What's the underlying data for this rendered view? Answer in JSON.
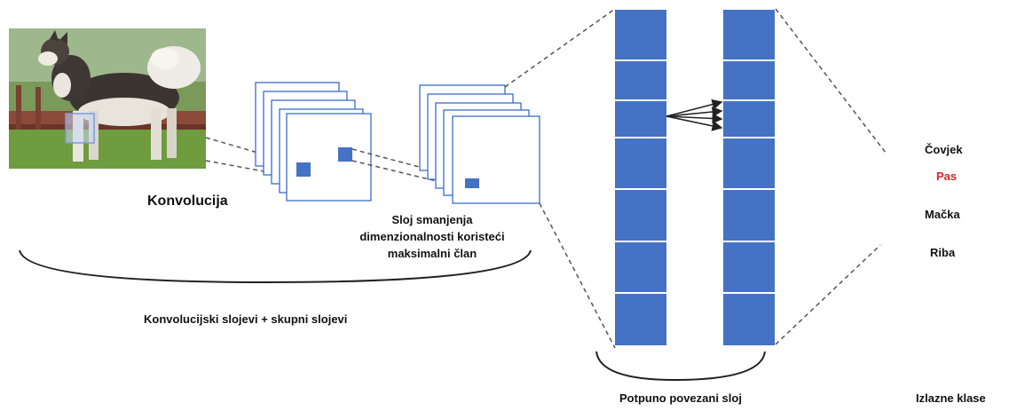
{
  "labels": {
    "convolution": "Konvolucija",
    "pooling_line1": "Sloj smanjenja",
    "pooling_line2": "dimenzionalnosti koristeći",
    "pooling_line3": "maksimalni član",
    "conv_pool_layers": "Konvolucijski slojevi + skupni slojevi",
    "fully_connected": "Potpuno povezani sloj",
    "output_classes": "Izlazne klase"
  },
  "output_classes": [
    {
      "label": "Čovjek",
      "highlighted": false
    },
    {
      "label": "Pas",
      "highlighted": true
    },
    {
      "label": "Mačka",
      "highlighted": false
    },
    {
      "label": "Riba",
      "highlighted": false
    }
  ],
  "fc_layers": [
    {
      "neurons": 7
    },
    {
      "neurons": 7
    }
  ],
  "colors": {
    "neuron_blue": "#4472c4",
    "frame_blue": "#3a6cd0",
    "highlight_red": "#e02020",
    "text": "#111111"
  }
}
